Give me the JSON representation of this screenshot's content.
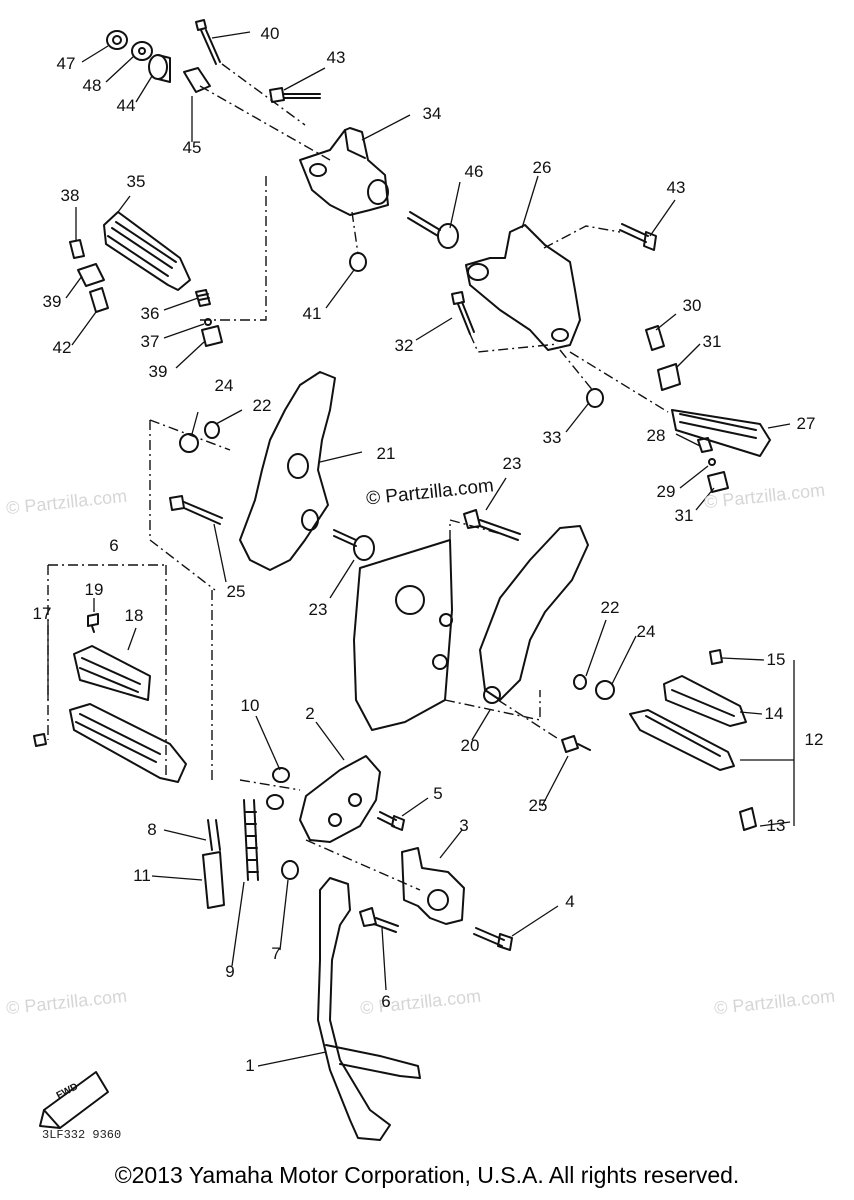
{
  "watermarks": {
    "main": "© Partzilla.com",
    "faint": "© Partzilla.com"
  },
  "diagram_code": "3LF332 9360",
  "fwd_label": "FWD",
  "footer": "©2013 Yamaha Motor Corporation, U.S.A. All rights reserved.",
  "callouts": [
    "47",
    "48",
    "44",
    "45",
    "40",
    "43",
    "34",
    "46",
    "26",
    "43",
    "35",
    "38",
    "39",
    "42",
    "36",
    "37",
    "39",
    "41",
    "32",
    "30",
    "31",
    "33",
    "27",
    "28",
    "29",
    "31",
    "24",
    "22",
    "21",
    "25",
    "23",
    "23",
    "6",
    "17",
    "19",
    "18",
    "22",
    "24",
    "15",
    "14",
    "12",
    "13",
    "10",
    "2",
    "5",
    "20",
    "25",
    "3",
    "8",
    "11",
    "9",
    "7",
    "4",
    "6",
    "1"
  ],
  "colors": {
    "line": "#111111",
    "watermark": "#d6d6d6",
    "background": "#ffffff"
  }
}
